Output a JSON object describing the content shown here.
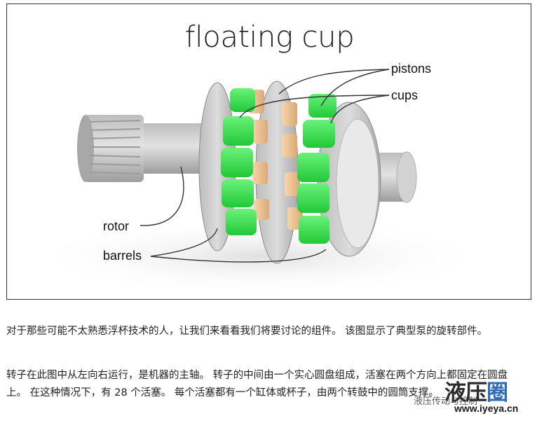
{
  "figure": {
    "title": "floating cup",
    "labels": {
      "pistons": "pistons",
      "cups": "cups",
      "rotor": "rotor",
      "barrels": "barrels"
    },
    "colors": {
      "green": "#35e04a",
      "tan": "#f2c894",
      "gray": "#c9c9c9",
      "dark_gray": "#9a9a9a"
    }
  },
  "paragraphs": [
    "对于那些可能不太熟悉浮杯技术的人，让我们来看看我们将要讨论的组件。 该图显示了典型泵的旋转部件。",
    "转子在此图中从左向右运行，是机器的主轴。 转子的中间由一个实心圆盘组成，活塞在两个方向上都固定在圆盘上。 在这种情况下，有 28 个活塞。 每个活塞都有一个缸体或杯子，由两个转鼓中的圆筒支撑。"
  ],
  "watermark": {
    "logo_main": "液压",
    "logo_accent": "圈",
    "subtitle": "液压传动与控制",
    "url": "www.iyeya.cn"
  }
}
